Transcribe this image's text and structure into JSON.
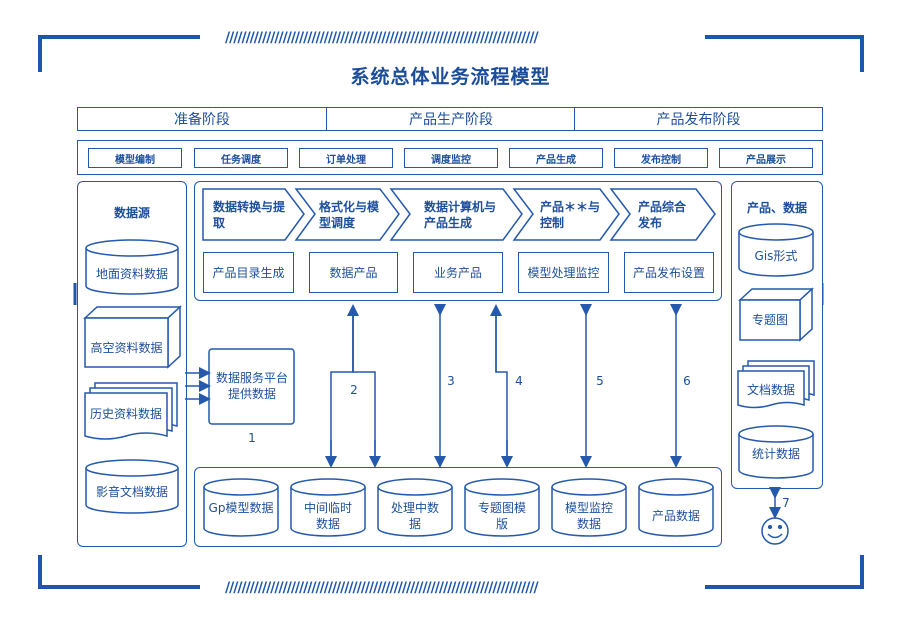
{
  "title": "系统总体业务流程模型",
  "phases": [
    "准备阶段",
    "产品生产阶段",
    "产品发布阶段"
  ],
  "steps": [
    "模型编制",
    "任务调度",
    "订单处理",
    "调度监控",
    "产品生成",
    "发布控制",
    "产品展示"
  ],
  "left_panel": {
    "title": "数据源",
    "items": [
      "地面资料数据",
      "高空资料数据",
      "历史资料数据",
      "影音文档数据"
    ]
  },
  "service": {
    "label": "数据服务平台提供数据",
    "number": "1"
  },
  "process": {
    "arrows": [
      "数据转换与提取",
      "格式化与模型调度",
      "数据计算机与产品生成",
      "产品＊＊与控制",
      "产品综合发布"
    ],
    "boxes": [
      "产品目录生成",
      "数据产品",
      "业务产品",
      "模型处理监控",
      "产品发布设置"
    ]
  },
  "connector_numbers": [
    "2",
    "3",
    "4",
    "5",
    "6"
  ],
  "storage": [
    "Gp模型数据",
    "中间临时数据",
    "处理中数据",
    "专题图模版",
    "模型监控数据",
    "产品数据"
  ],
  "right_panel": {
    "title": "产品、数据",
    "items": [
      "Gis形式",
      "专题图",
      "文档数据",
      "统计数据"
    ]
  },
  "user_number": "7",
  "colors": {
    "primary": "#2459ad",
    "text": "#1d4f9c"
  }
}
